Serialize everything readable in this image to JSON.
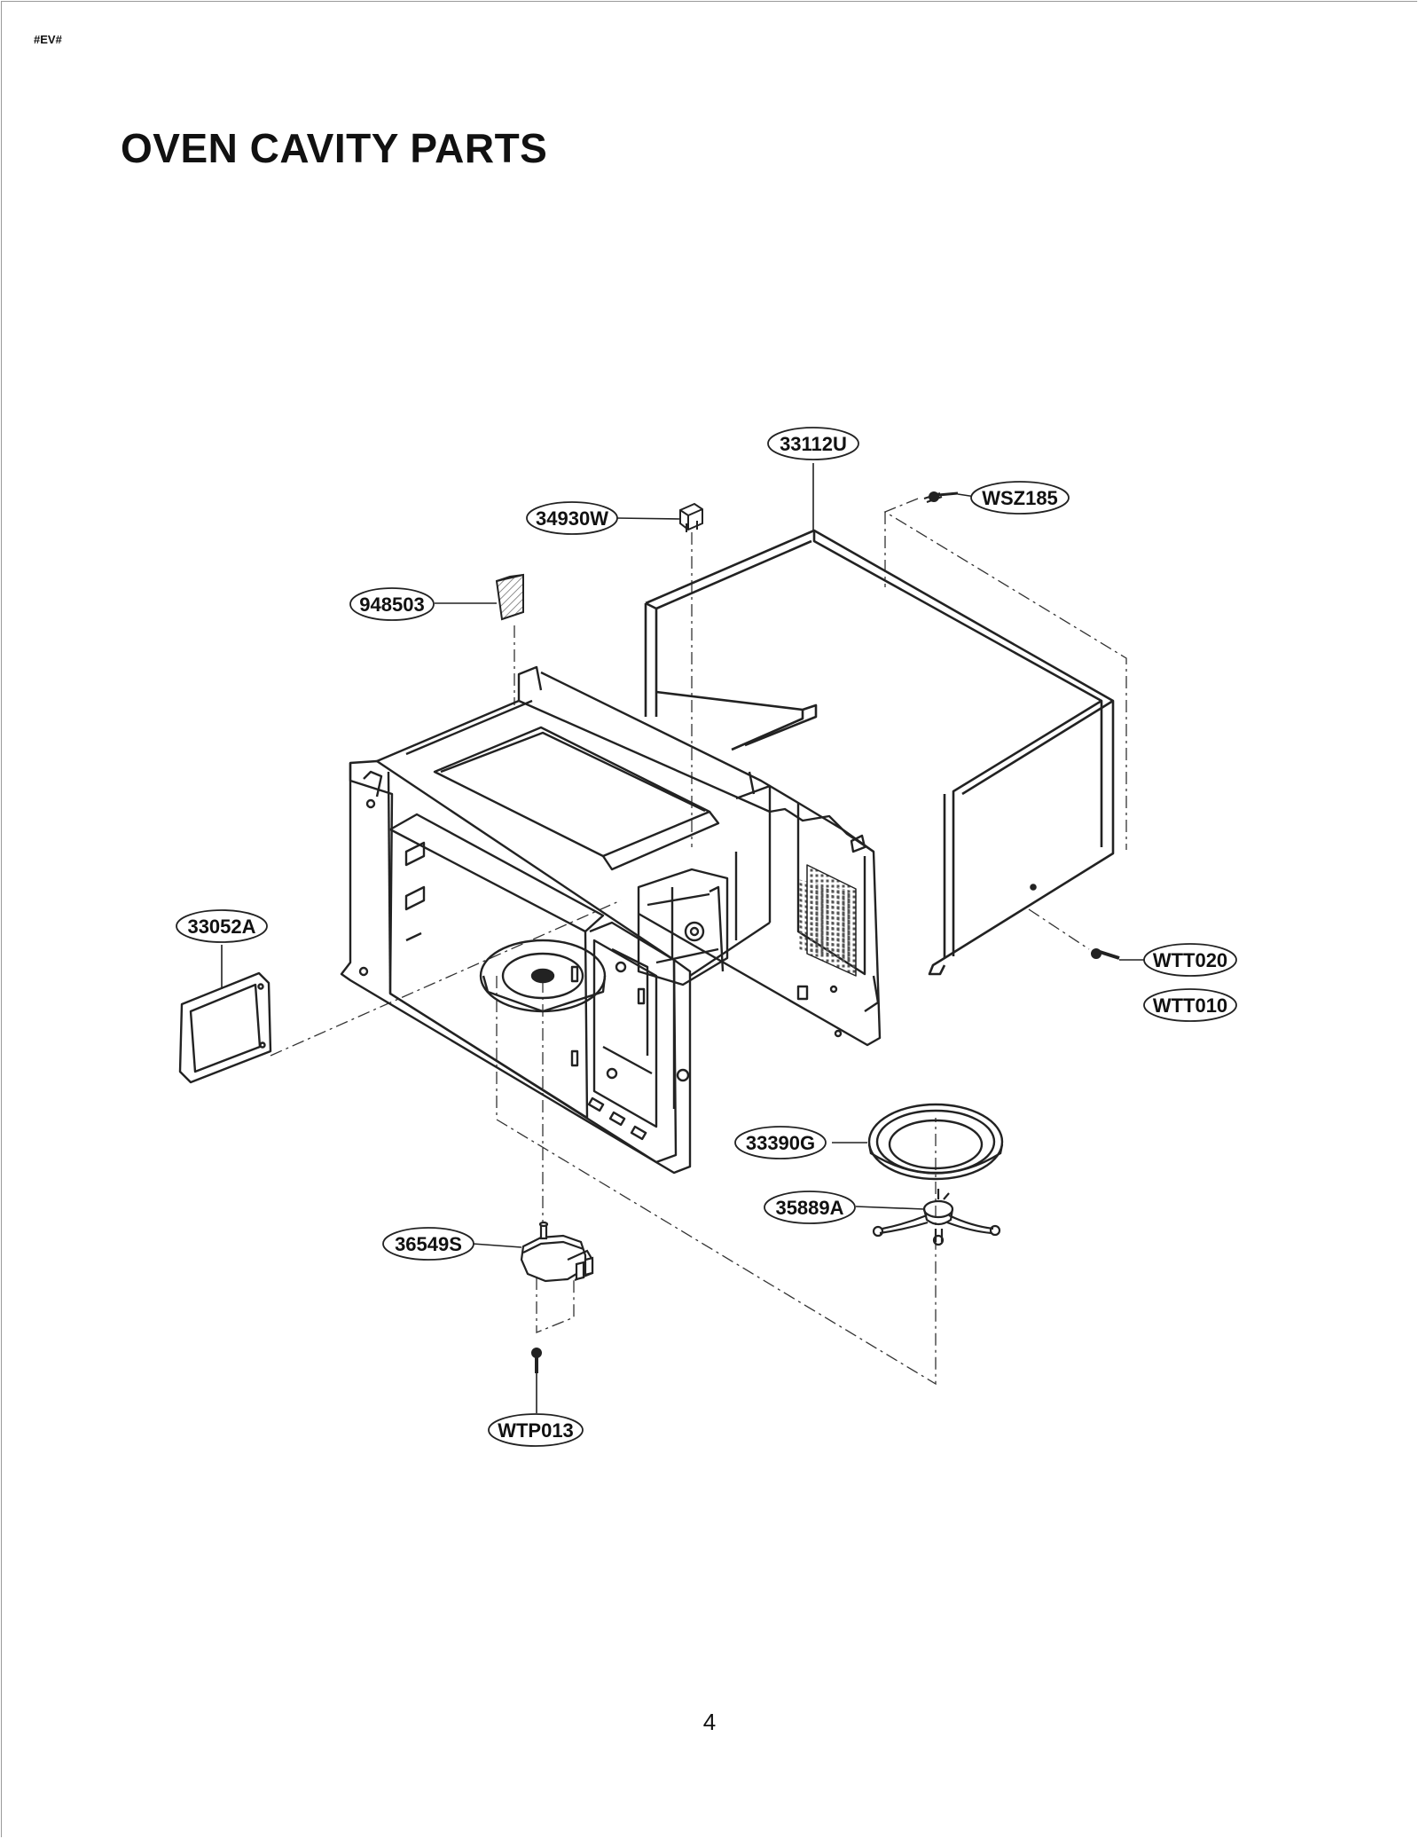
{
  "header": {
    "code_mark": "#EV#",
    "title": "OVEN CAVITY PARTS"
  },
  "footer": {
    "page_number": "4"
  },
  "diagram": {
    "part_labels": [
      {
        "key": "outer_case",
        "code": "33112U"
      },
      {
        "key": "case_screw",
        "code": "WSZ185"
      },
      {
        "key": "lamp_socket",
        "code": "34930W"
      },
      {
        "key": "insulator_pad",
        "code": "948503"
      },
      {
        "key": "waveguide_cover",
        "code": "33052A"
      },
      {
        "key": "back_screw_a",
        "code": "WTT020"
      },
      {
        "key": "back_screw_b",
        "code": "WTT010"
      },
      {
        "key": "glass_tray",
        "code": "33390G"
      },
      {
        "key": "roller_guide",
        "code": "35889A"
      },
      {
        "key": "turntable_motor",
        "code": "36549S"
      },
      {
        "key": "motor_screw",
        "code": "WTP013"
      }
    ],
    "colors": {
      "line": "#222222",
      "hatch": "#666666",
      "label_fill": "#ffffff"
    }
  }
}
